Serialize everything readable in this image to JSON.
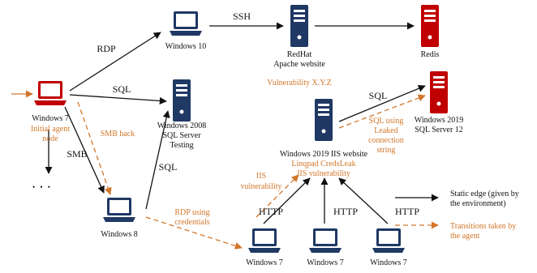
{
  "nodes": {
    "win10": {
      "label": "Windows 10"
    },
    "redhat": {
      "label_line1": "RedHat",
      "label_line2": "Apache website",
      "note": "Vulnerability X.Y.Z"
    },
    "redis": {
      "label": "Redis"
    },
    "win7_initial": {
      "label": "Windows 7",
      "note_line1": "Initial agent",
      "note_line2": "node"
    },
    "win2008": {
      "label_line1": "Windows 2008",
      "label_line2": "SQL Server",
      "label_line3": "Testing"
    },
    "win2019_sql": {
      "label_line1": "Windows 2019",
      "label_line2": "SQL Server 12"
    },
    "win2019_iis": {
      "label": "Windows 2019 IIS website",
      "note_line1": "Linqpad CredsLeak",
      "note_line2": "IIS vulnerability"
    },
    "win8": {
      "label": "Windows 8"
    },
    "win7_a": {
      "label": "Windows 7"
    },
    "win7_b": {
      "label": "Windows 7"
    },
    "win7_c": {
      "label": "Windows 7"
    }
  },
  "edges": {
    "ssh": "SSH",
    "rdp": "RDP",
    "sql_top": "SQL",
    "smb": "SMB",
    "sql_win8": "SQL",
    "sql_iis": "SQL",
    "http1": "HTTP",
    "http2": "HTTP",
    "http3": "HTTP",
    "ellipsis": "• • •"
  },
  "transitions": {
    "smb_hack": "SMB hack",
    "rdp_creds_line1": "RDP  using",
    "rdp_creds_line2": "credentials",
    "iis_vuln_line1": "IIS",
    "iis_vuln_line2": "vulnerability",
    "sql_leak_line1": "SQL using",
    "sql_leak_line2": "Leaked",
    "sql_leak_line3": "connection",
    "sql_leak_line4": "string"
  },
  "legend": {
    "static_line1": "Static edge (given by",
    "static_line2": "the environment)",
    "agent_line1": "Transitions taken by",
    "agent_line2": "the agent"
  },
  "colors": {
    "agent_orange": "#d2762a",
    "server_navy": "#1f3864",
    "server_red": "#c00000",
    "laptop_navy": "#1f3864",
    "laptop_red": "#c00000",
    "edge_black": "#111111"
  },
  "icons": {
    "laptop": "laptop-icon",
    "server": "server-icon"
  }
}
